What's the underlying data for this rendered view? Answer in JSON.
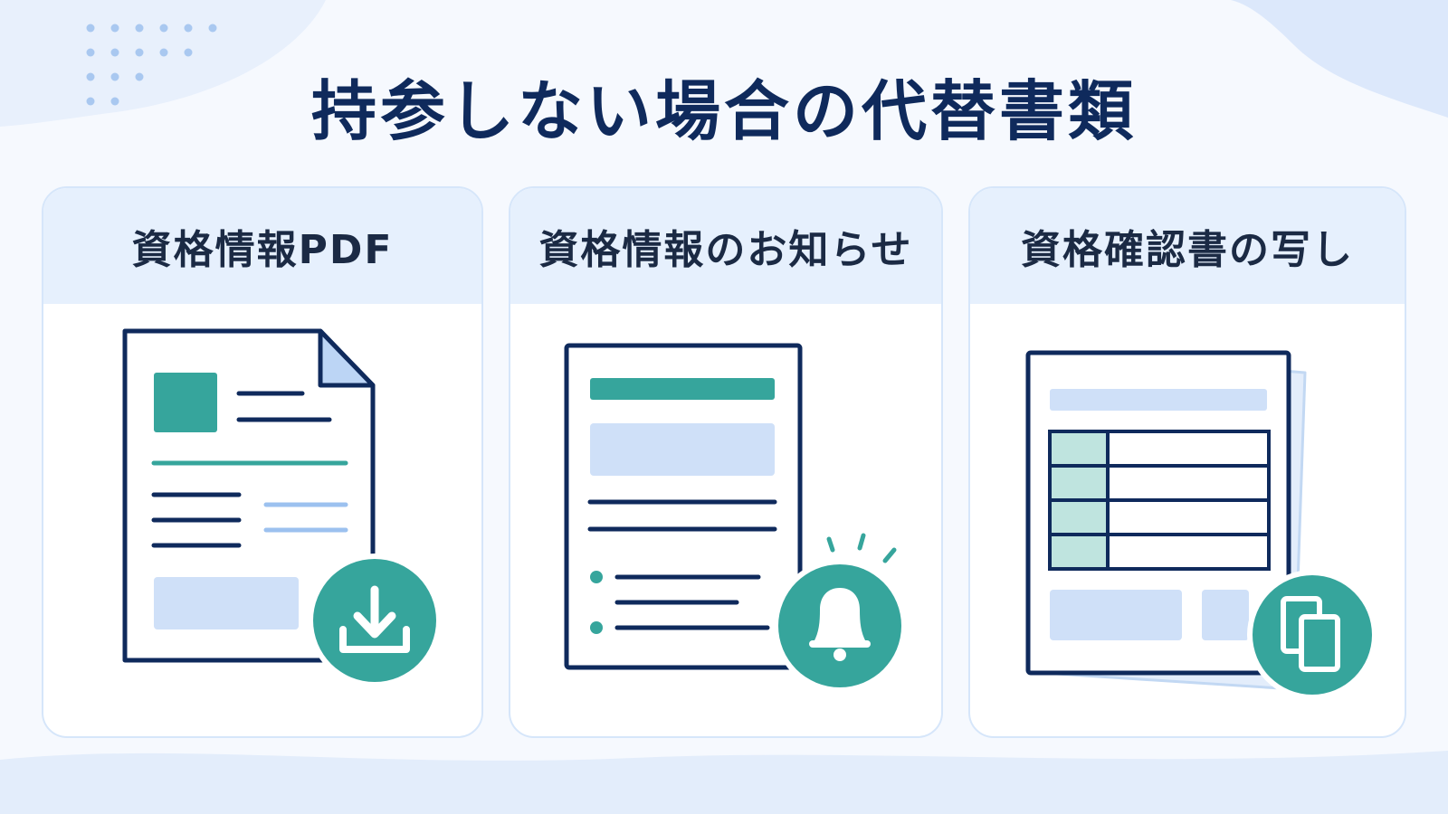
{
  "page": {
    "title": "持参しない場合の代替書類"
  },
  "cards": [
    {
      "title": "資格情報PDF",
      "icon": "download-icon"
    },
    {
      "title": "資格情報のお知らせ",
      "icon": "bell-icon"
    },
    {
      "title": "資格確認書の写し",
      "icon": "copy-icon"
    }
  ],
  "colors": {
    "navy": "#0f2a5c",
    "teal": "#36a59c",
    "light_blue": "#cfe0f8",
    "card_header": "#e6f0fd"
  }
}
